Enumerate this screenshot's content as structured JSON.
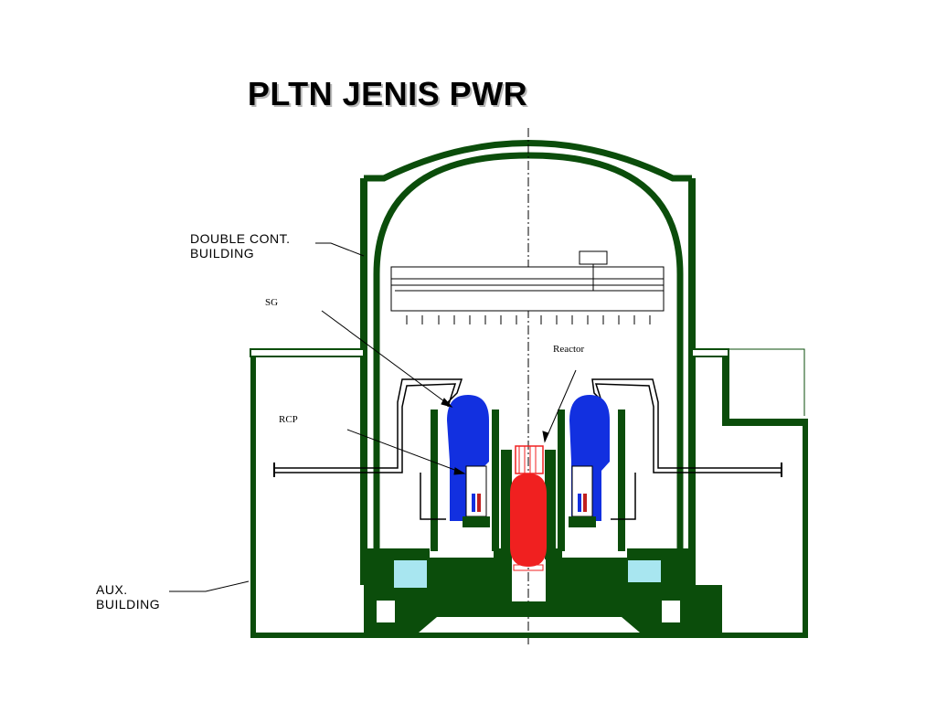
{
  "title": "PLTN JENIS PWR",
  "labels": {
    "double_cont_line1": "DOUBLE CONT.",
    "double_cont_line2": "BUILDING",
    "sg": "SG",
    "reactor": "Reactor",
    "rcp": "RCP",
    "aux_line1": "AUX.",
    "aux_line2": "BUILDING"
  },
  "colors": {
    "structure": "#0b4d0b",
    "steam_generator": "#1230e0",
    "reactor_vessel": "#f02020",
    "water_pool": "#a8e6f0",
    "background": "#ffffff"
  }
}
